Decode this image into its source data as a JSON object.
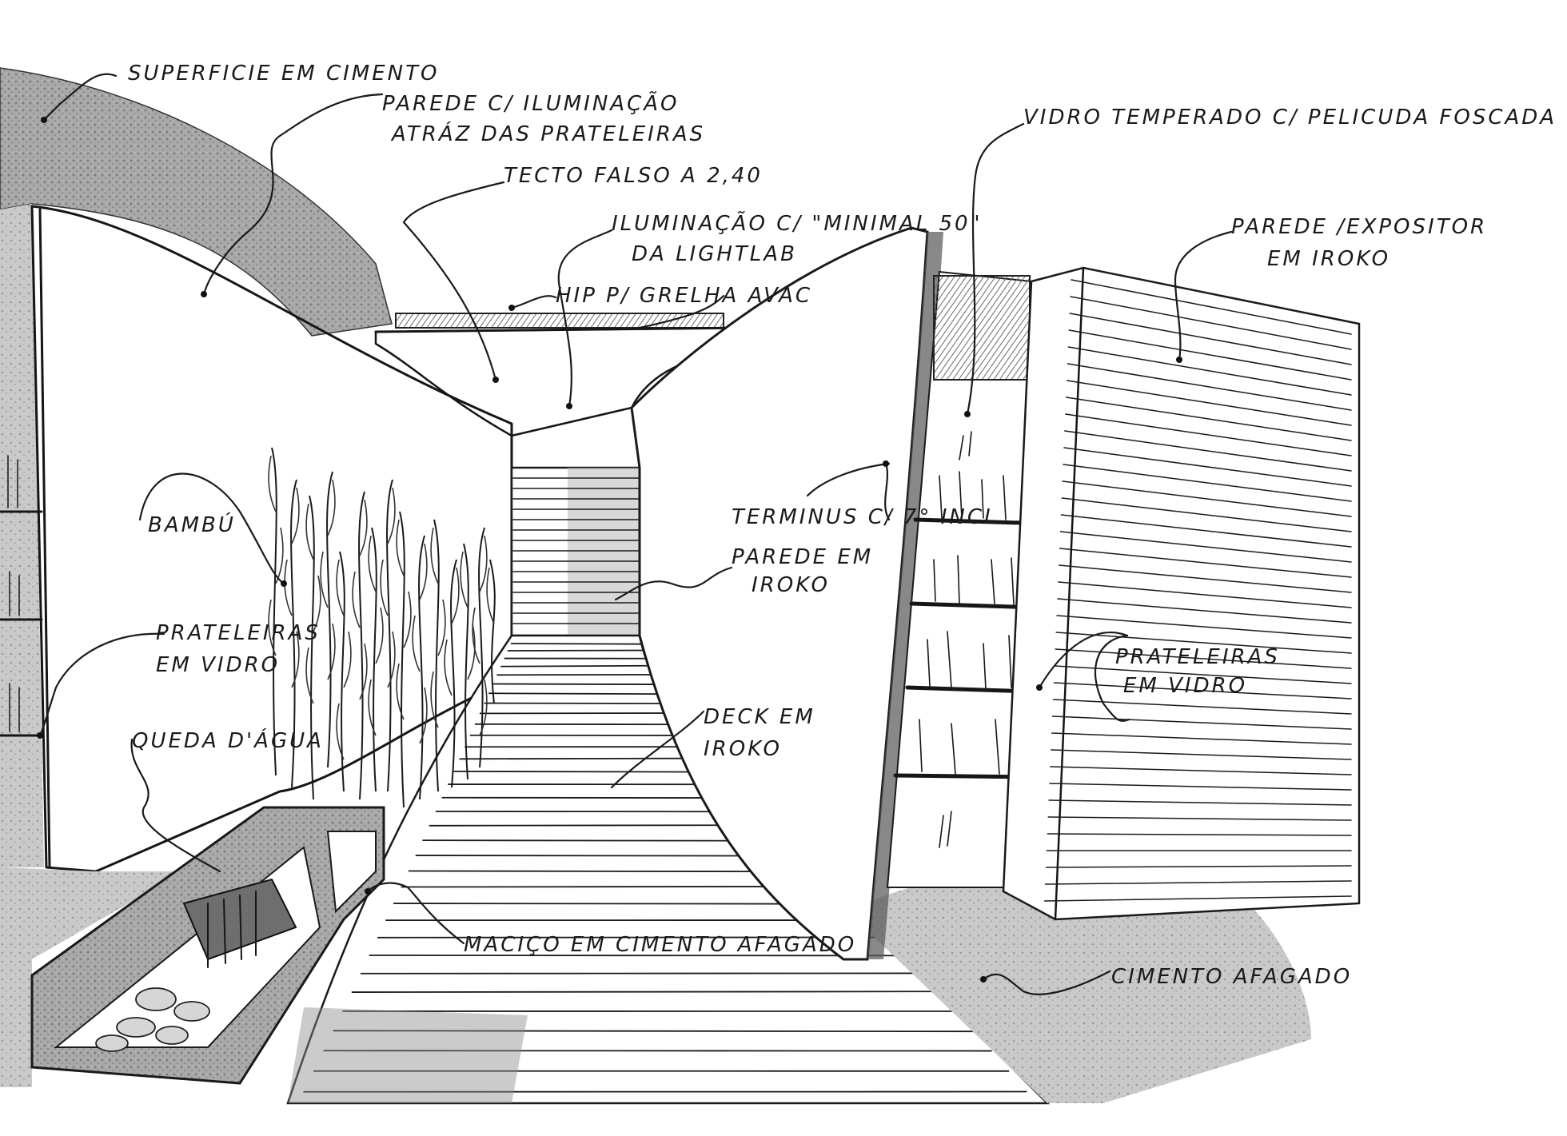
{
  "colors": {
    "paper": "#ffffff",
    "ink": "#161616",
    "shade": "#8c8c8c",
    "heavy": "#3a3a3a"
  },
  "labels": {
    "superficie": "SUPERFICIE EM CIMENTO",
    "parede_ilum_1": "PAREDE C/ ILUMINAÇÃO",
    "parede_ilum_2": "ATRÁZ DAS PRATELEIRAS",
    "tecto": "TECTO FALSO A 2,40",
    "ilum_1": "ILUMINAÇÃO C/ \"MINIMAL 50\"",
    "ilum_2": "DA LIGHTLAB",
    "grelha": "HIP P/ GRELHA AVAC",
    "vidro": "VIDRO TEMPERADO C/ PELICUDA FOSCADA",
    "expositor_1": "PAREDE /EXPOSITOR",
    "expositor_2": "EM IROKO",
    "bambu": "BAMBÚ",
    "terminus": "TERMINUS C/ 7° INCL.",
    "parede_iroko_1": "PAREDE EM",
    "parede_iroko_2": "IROKO",
    "prat_left_1": "PRATELEIRAS",
    "prat_left_2": "EM VIDRO",
    "prat_right_1": "PRATELEIRAS",
    "prat_right_2": "EM VIDRO",
    "queda": "QUEDA D'ÁGUA",
    "deck_1": "DECK EM",
    "deck_2": "IROKO",
    "macico": "MACIÇO EM CIMENTO AFAGADO",
    "cimento": "CIMENTO AFAGADO"
  }
}
